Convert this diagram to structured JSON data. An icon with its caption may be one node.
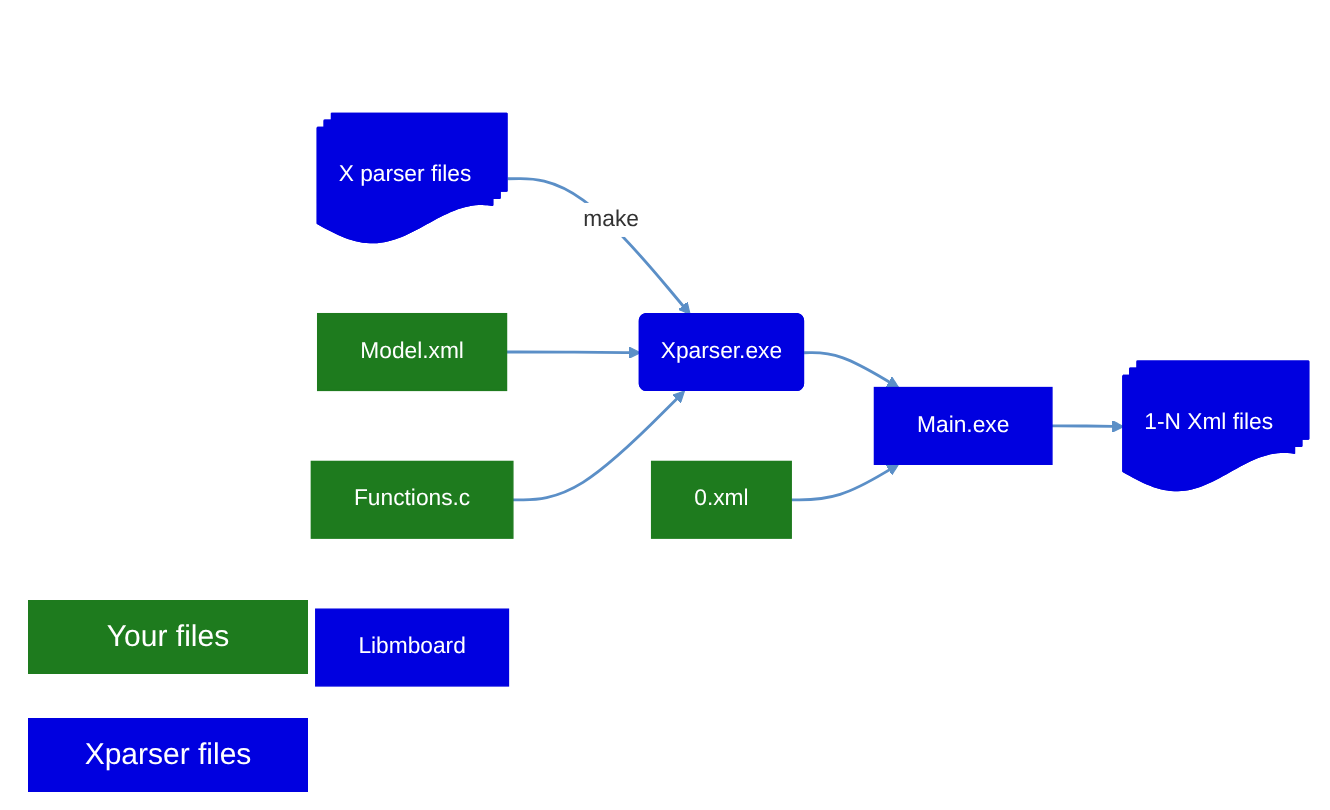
{
  "diagram": {
    "nodes": [
      {
        "text": [
          "X parser files"
        ]
      },
      {
        "text": [
          "Model.xml"
        ]
      },
      {
        "text": [
          "Functions.c"
        ]
      },
      {
        "text": [
          "Xparser.exe"
        ]
      },
      {
        "text": [
          "Libmboard"
        ]
      },
      {
        "text": [
          "Main.exe"
        ]
      },
      {
        "text": [
          "1-N Xml files"
        ]
      },
      {
        "text": [
          "0.xml"
        ]
      }
    ],
    "edges": [
      {
        "from": 0,
        "to": 3,
        "label": "make",
        "arrow": "to"
      },
      {
        "from": 1,
        "to": 3,
        "arrow": "to"
      },
      {
        "from": 2,
        "to": 3,
        "arrow": "to"
      },
      {
        "from": 3,
        "to": 5,
        "arrow": "to"
      },
      {
        "from": 5,
        "to": 6,
        "arrow": "to"
      },
      {
        "from": 7,
        "to": 5,
        "arrow": "to"
      }
    ],
    "legend": [
      {
        "text": "Your files",
        "color": "#1e7b1e"
      },
      {
        "text": "Xparser files",
        "color": "#0000e0"
      }
    ]
  }
}
